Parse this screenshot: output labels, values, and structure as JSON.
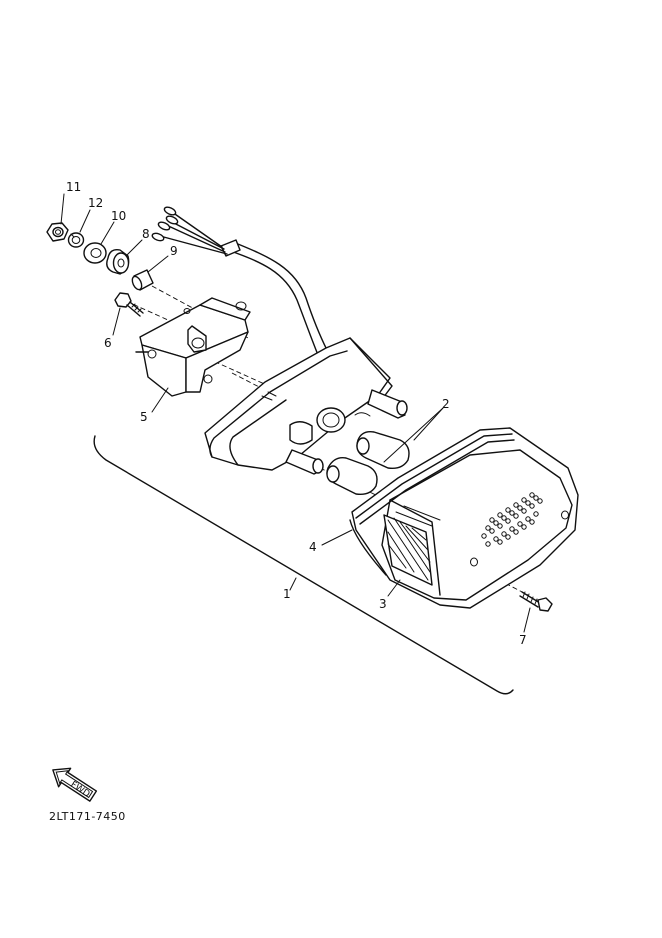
{
  "callouts": {
    "c1": "1",
    "c2": "2",
    "c3": "3",
    "c4": "4",
    "c5": "5",
    "c6": "6",
    "c7": "7",
    "c8": "8",
    "c9": "9",
    "c10": "10",
    "c11": "11",
    "c12": "12"
  },
  "fwd_label": "FWD",
  "part_code": "2LT171-7450"
}
